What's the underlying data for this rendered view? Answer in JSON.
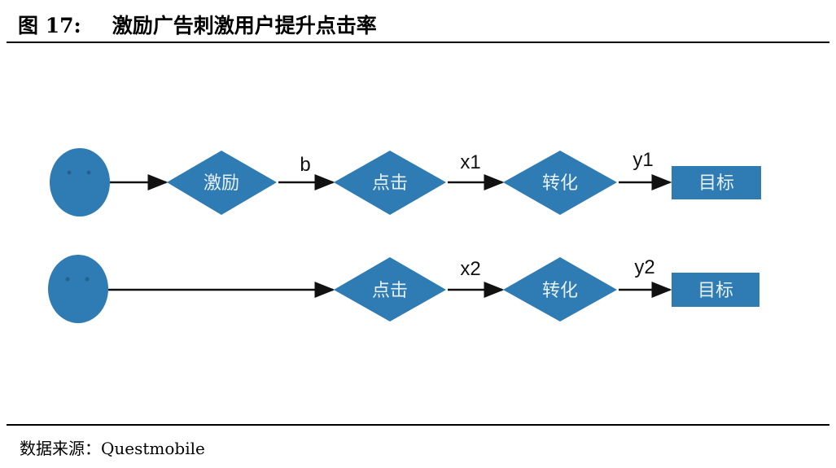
{
  "title": {
    "figure_no": "图 17:",
    "text": "激励广告刺激用户提升点击率"
  },
  "source": "数据来源：Questmobile",
  "colors": {
    "node": "#2f7bb3",
    "arrow": "#111111"
  },
  "rows": [
    {
      "nodes": [
        "激励",
        "点击",
        "转化",
        "目标"
      ],
      "edges": [
        "",
        "b",
        "x1",
        "y1"
      ]
    },
    {
      "nodes": [
        "点击",
        "转化",
        "目标"
      ],
      "edges": [
        "",
        "x2",
        "y2"
      ]
    }
  ]
}
